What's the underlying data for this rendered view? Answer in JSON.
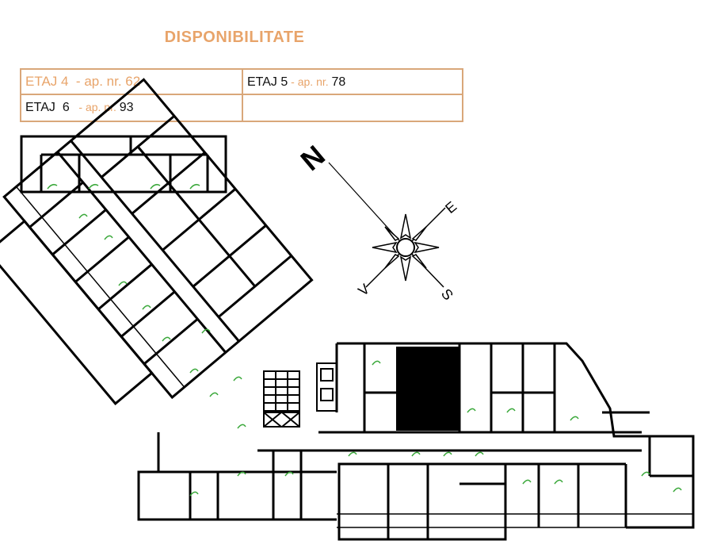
{
  "heading": "DISPONIBILITATE",
  "availability": {
    "row1_col1": {
      "floor": "ETAJ  4",
      "sep": "  - ap. nr. 62"
    },
    "row1_col2": {
      "floor": "ETAJ 5",
      "sep": " - ap. nr. ",
      "num": "78"
    },
    "row2_col1": {
      "floor": "ETAJ  6",
      "sep": "   - ap. nr. ",
      "num": "93"
    },
    "row2_col2": ""
  },
  "compass": {
    "north": "N",
    "east": "E",
    "south": "S",
    "west": "V"
  },
  "colors": {
    "accent": "#e8a46a",
    "border": "#d9a77a",
    "wall": "#000000",
    "door": "#3aa83a"
  },
  "icons": [
    "compass-rose-icon"
  ]
}
